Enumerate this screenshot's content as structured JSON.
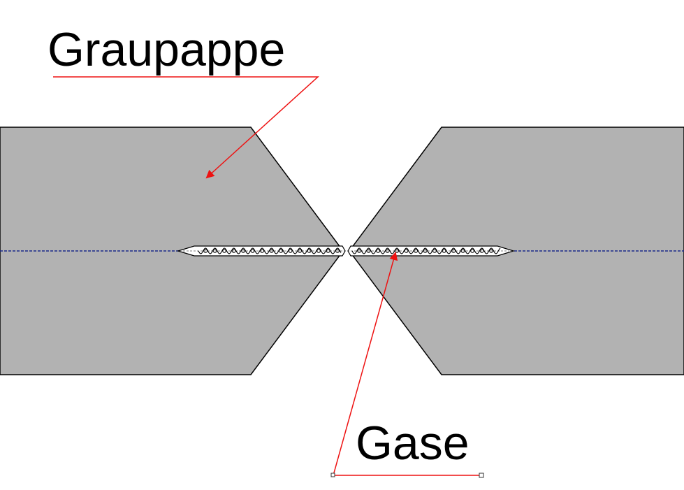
{
  "labels": {
    "board": "Graupappe",
    "gauze": "Gase"
  },
  "colors": {
    "board_fill": "#b2b2b2",
    "outline": "#000000",
    "leader": "#ee1111",
    "seam": "#1a2a8a",
    "background": "#ffffff"
  },
  "icons": {
    "leader_end_handle": "small-square-handle",
    "arrow_head": "filled-triangle-arrowhead"
  }
}
